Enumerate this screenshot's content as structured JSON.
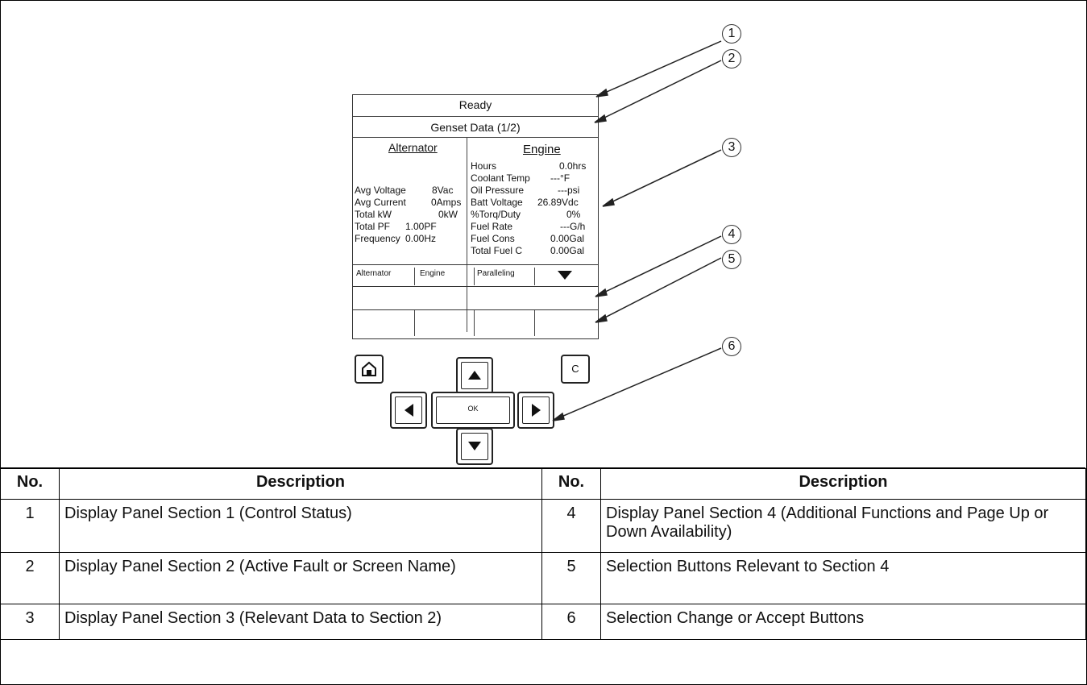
{
  "panel": {
    "status": "Ready",
    "screen_name": "Genset Data (1/2)",
    "alternator": {
      "title": "Alternator",
      "rows": [
        {
          "label": "Avg Voltage",
          "value": "8Vac"
        },
        {
          "label": "Avg Current",
          "value": "0Amps"
        },
        {
          "label": "Total kW",
          "value": "0kW"
        },
        {
          "label": "Total PF",
          "value": "1.00PF"
        },
        {
          "label": "Frequency",
          "value": "0.00Hz"
        }
      ]
    },
    "engine": {
      "title": "Engine",
      "rows": [
        {
          "label": "Hours",
          "value": "0.0hrs"
        },
        {
          "label": "Coolant Temp",
          "value": "---°F"
        },
        {
          "label": "Oil Pressure",
          "value": "---psi"
        },
        {
          "label": "Batt Voltage",
          "value": "26.89Vdc"
        },
        {
          "label": "%Torq/Duty",
          "value": "0%"
        },
        {
          "label": "Fuel Rate",
          "value": "---G/h"
        },
        {
          "label": "Fuel Cons",
          "value": "0.00Gal"
        },
        {
          "label": "Total Fuel C",
          "value": "0.00Gal"
        }
      ]
    },
    "softkeys": [
      "Alternator",
      "Engine",
      "Paralleling"
    ],
    "page_down_icon": "triangle-down"
  },
  "buttons": {
    "ok_label": "OK",
    "c_label": "C",
    "home_icon": "home-icon"
  },
  "callouts": [
    "1",
    "2",
    "3",
    "4",
    "5",
    "6"
  ],
  "table": {
    "headers": [
      "No.",
      "Description",
      "No.",
      "Description"
    ],
    "rows": [
      {
        "n1": "1",
        "d1": "Display Panel Section 1 (Control Status)",
        "n2": "4",
        "d2": "Display Panel Section 4 (Additional Functions and Page Up or Down Availability)"
      },
      {
        "n1": "2",
        "d1": "Display Panel Section 2 (Active Fault or Screen Name)",
        "n2": "5",
        "d2": "Selection Buttons Relevant to Section 4"
      },
      {
        "n1": "3",
        "d1": "Display Panel Section 3 (Relevant Data to Section 2)",
        "n2": "6",
        "d2": "Selection Change or Accept Buttons"
      }
    ]
  }
}
